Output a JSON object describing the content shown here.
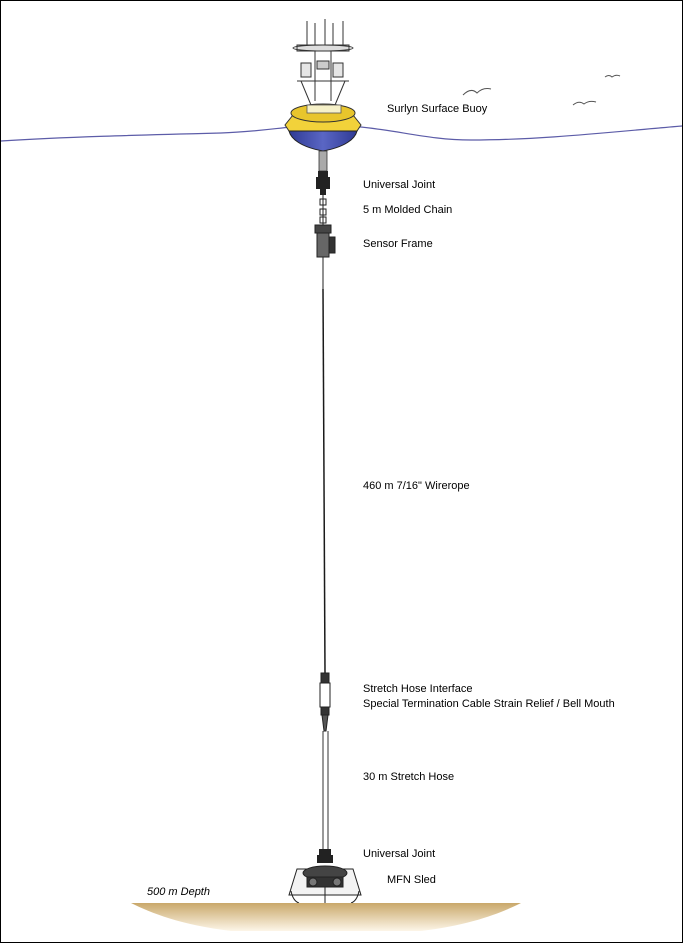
{
  "labels": {
    "surface_buoy": "Surlyn Surface Buoy",
    "universal_joint_top": "Universal Joint",
    "molded_chain": "5 m Molded Chain",
    "sensor_frame": "Sensor Frame",
    "wirerope": "460 m 7/16\" Wirerope",
    "stretch_hose_interface": "Stretch Hose Interface",
    "special_termination": "Special Termination Cable Strain Relief / Bell Mouth",
    "stretch_hose": "30 m Stretch Hose",
    "universal_joint_bottom": "Universal Joint",
    "mfn_sled": "MFN Sled",
    "depth": "500 m Depth"
  },
  "colors": {
    "sea_line": "#5c5ca8",
    "buoy_top": "#f2d23a",
    "buoy_body": "#4a55b0",
    "seafloor": "#b8965a",
    "mooring_line": "#1a1a1a"
  }
}
